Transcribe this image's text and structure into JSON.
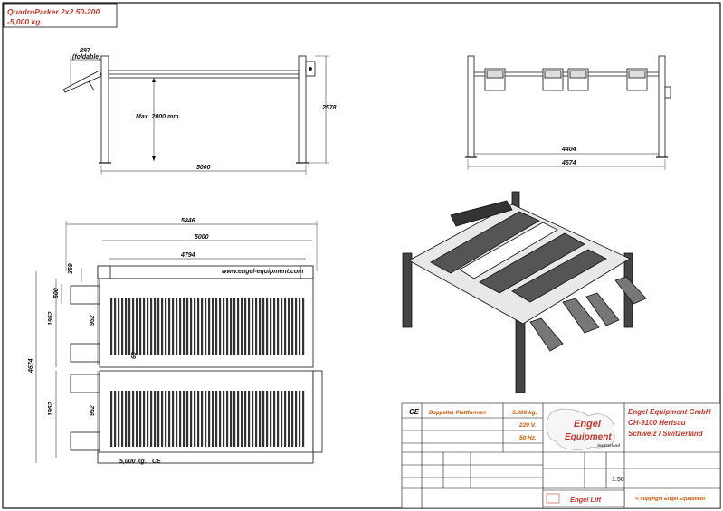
{
  "sheet": {
    "title_line1": "QuadroParker 2x2 50-200",
    "title_line2": "-5,000 kg."
  },
  "side_view": {
    "dim_foldable": "897",
    "foldable_note": "(foldable)",
    "max_height_note": "Max. 2000 mm.",
    "dim_height": "2578",
    "dim_length": "5000"
  },
  "front_view": {
    "dim_inner": "4404",
    "dim_outer": "4674"
  },
  "plan_view": {
    "dim_total": "5846",
    "dim_5000": "5000",
    "dim_4794": "4794",
    "website": "www.engel-equipment.com",
    "dim_359": "359",
    "dim_500": "500",
    "dim_1952_top": "1952",
    "dim_952_top": "952",
    "dim_4674": "4674",
    "dim_60": "60",
    "dim_1952_bottom": "1952",
    "dim_952_bottom": "952",
    "capacity_plate": "5,000 kg.",
    "ce_plate": "CE"
  },
  "title_block": {
    "ce_mark": "CE",
    "description": "Doppelter Plattformen",
    "spec_capacity": "5.000 kg.",
    "spec_voltage": "220 V.",
    "spec_freq": "50 Hz.",
    "logo_word1": "Engel",
    "logo_word2": "Equipment",
    "logo_sub": "Switzerland",
    "company_name": "Engel Equipment GmbH",
    "company_address": "CH-9100  Herisau",
    "company_country": "Schweiz / Switzerland",
    "scale": "1:50",
    "lift_logo": "Engel Lift",
    "copyright": "© copyright  Engel Equipment"
  },
  "colors": {
    "line": "#111111",
    "accent": "#d35400",
    "logo_red": "#c0392b"
  }
}
